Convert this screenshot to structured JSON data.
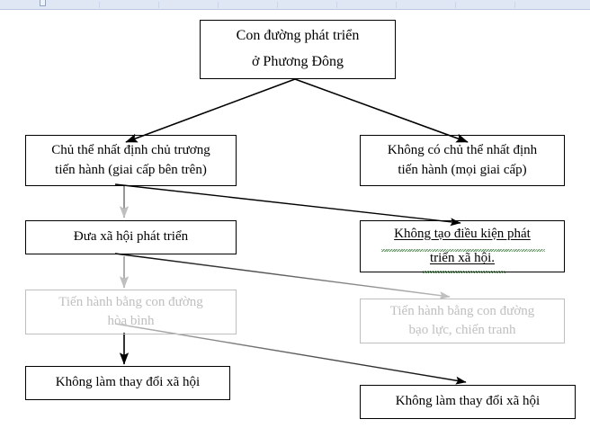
{
  "document": {
    "title": "Con đường phát triển ở Phương Đông",
    "ruler_label": "document-ruler"
  },
  "colors": {
    "box_border_dark": "#000000",
    "box_border_faded": "#bfbfbf",
    "text_dark": "#000000",
    "text_faded": "#bfbfbf",
    "arrow_dark": "#000000",
    "arrow_faded": "#bfbfbf",
    "ruler_band": "#dfe7f5",
    "spellcheck_underline": "#3a7a3a",
    "page_background": "#ffffff"
  },
  "diagram": {
    "type": "flowchart",
    "nodes": [
      {
        "id": "root",
        "lines": [
          "Con đường phát triển",
          "ở Phương Đông"
        ],
        "style": "dark",
        "column": "center"
      },
      {
        "id": "left-1",
        "lines": [
          "Chủ thể nhất định chủ trương",
          "tiến hành (giai cấp bên trên)"
        ],
        "style": "dark",
        "column": "left"
      },
      {
        "id": "right-1",
        "lines": [
          "Không có chủ thể nhất định",
          "tiến hành (mọi giai cấp)"
        ],
        "style": "dark",
        "column": "right"
      },
      {
        "id": "left-2",
        "lines": [
          "Đưa xã hội phát triển"
        ],
        "style": "dark",
        "column": "left"
      },
      {
        "id": "right-2",
        "lines": [
          "Không tạo điều kiện phát",
          "triển xã hội."
        ],
        "style": "dark",
        "column": "right"
      },
      {
        "id": "left-3",
        "lines": [
          "Tiến hành bằng con đường",
          "hòa bình"
        ],
        "style": "faded",
        "column": "left"
      },
      {
        "id": "right-3",
        "lines": [
          "Tiến hành bằng con đường",
          "bạo lực, chiến tranh"
        ],
        "style": "faded",
        "column": "right"
      },
      {
        "id": "left-4",
        "lines": [
          "Không làm thay đổi xã hội"
        ],
        "style": "dark",
        "column": "left"
      },
      {
        "id": "right-4",
        "lines": [
          "Không làm thay đổi xã hội"
        ],
        "style": "dark",
        "column": "right"
      }
    ],
    "edges": [
      {
        "id": "root-to-left-1",
        "from": "root",
        "to": "left-1",
        "style": "dark"
      },
      {
        "id": "root-to-right-1",
        "from": "root",
        "to": "right-1",
        "style": "dark"
      },
      {
        "id": "left-1-to-left-2",
        "from": "left-1",
        "to": "left-2",
        "style": "dark"
      },
      {
        "id": "left-1-to-right-2",
        "from": "left-1",
        "to": "right-2",
        "style": "dark"
      },
      {
        "id": "left-2-to-left-3",
        "from": "left-2",
        "to": "left-3",
        "style": "faded"
      },
      {
        "id": "left-2-to-right-3",
        "from": "left-2",
        "to": "right-3",
        "style": "gradient"
      },
      {
        "id": "left-3-to-left-4",
        "from": "left-3",
        "to": "left-4",
        "style": "dark"
      },
      {
        "id": "left-3-to-right-4",
        "from": "left-3",
        "to": "right-4",
        "style": "gradient-reverse"
      }
    ]
  }
}
